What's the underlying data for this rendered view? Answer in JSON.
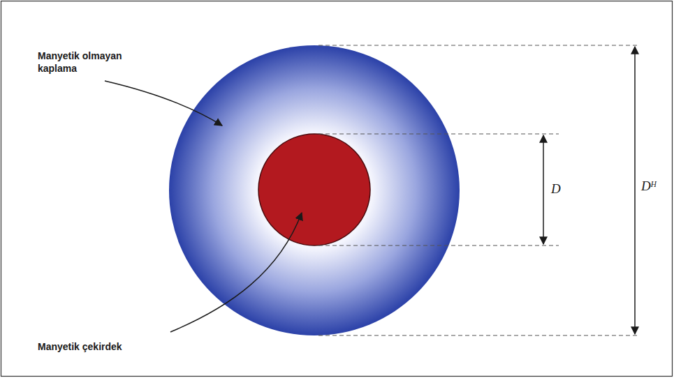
{
  "diagram": {
    "labels": [
      "Manyetik olmayan kaplama",
      "D",
      "Dᴴ",
      "Manyetik çekirdek"
    ]
  }
}
